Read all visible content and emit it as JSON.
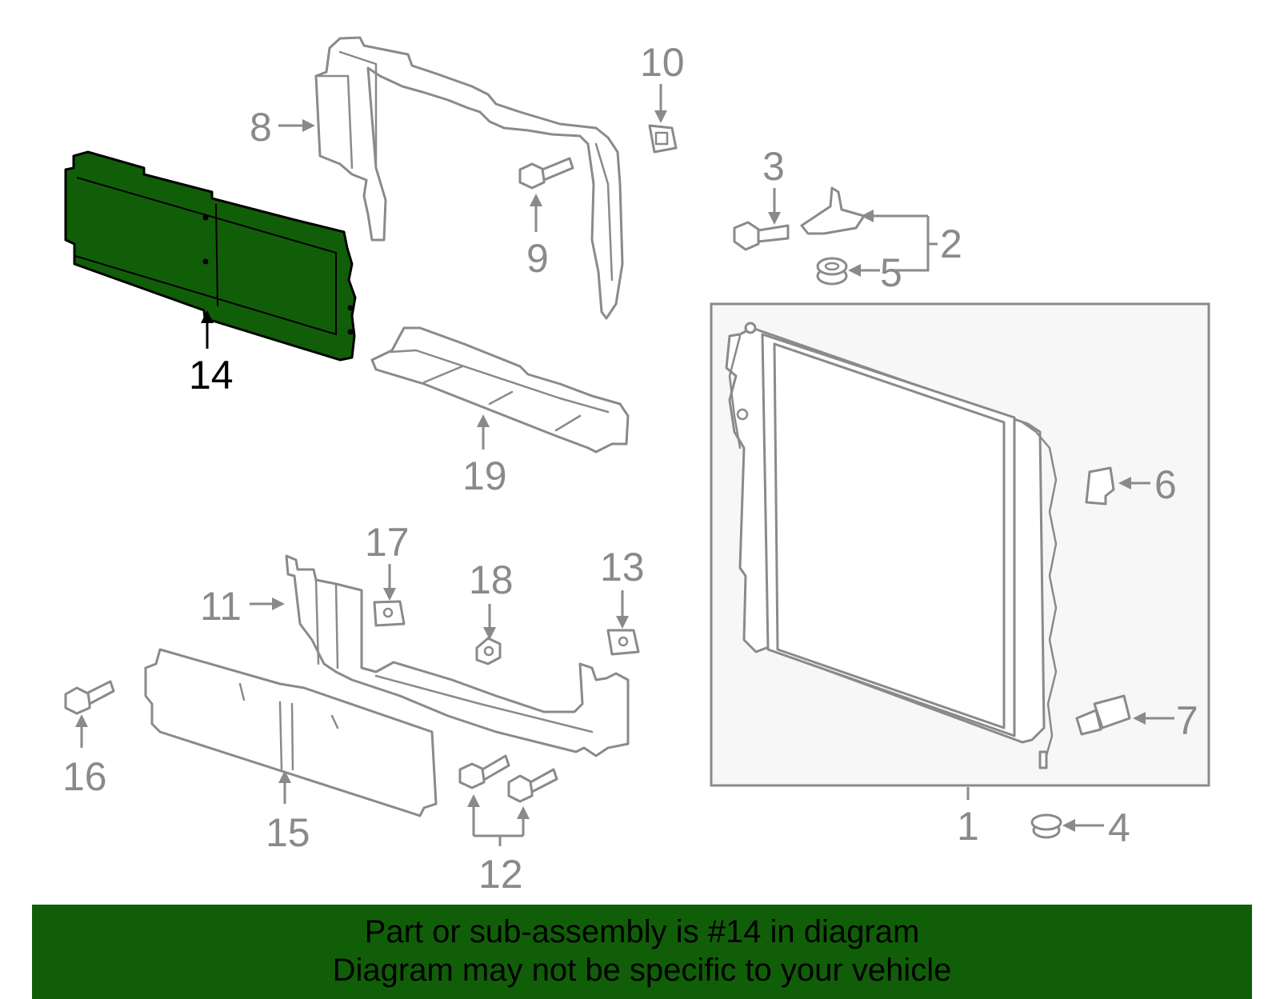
{
  "diagram": {
    "highlight_color": "#115e09",
    "line_color": "#8a8a8a",
    "highlighted_part": "14",
    "callouts": [
      "1",
      "2",
      "3",
      "4",
      "5",
      "6",
      "7",
      "8",
      "9",
      "10",
      "11",
      "12",
      "13",
      "14",
      "15",
      "16",
      "17",
      "18",
      "19"
    ]
  },
  "banner": {
    "line1": "Part or sub-assembly is #14 in diagram",
    "line2": "Diagram may not be specific to your vehicle",
    "color": "#115e09"
  }
}
